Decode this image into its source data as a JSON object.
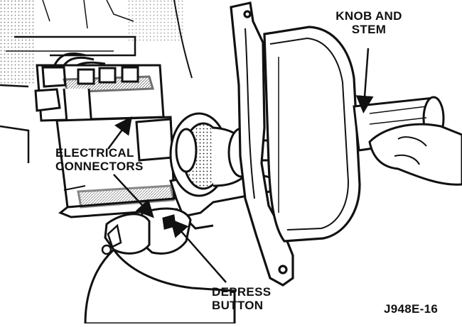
{
  "labels": {
    "knob_line1": "KNOB AND",
    "knob_line2": "STEM",
    "elec_line1": "ELECTRICAL",
    "elec_line2": "CONNECTORS",
    "depress_line1": "DEPRESS",
    "depress_line2": "BUTTON",
    "figure_id": "J948E-16"
  },
  "colors": {
    "ink": "#111111",
    "paper": "#ffffff",
    "shade": "#bdbdbd"
  }
}
